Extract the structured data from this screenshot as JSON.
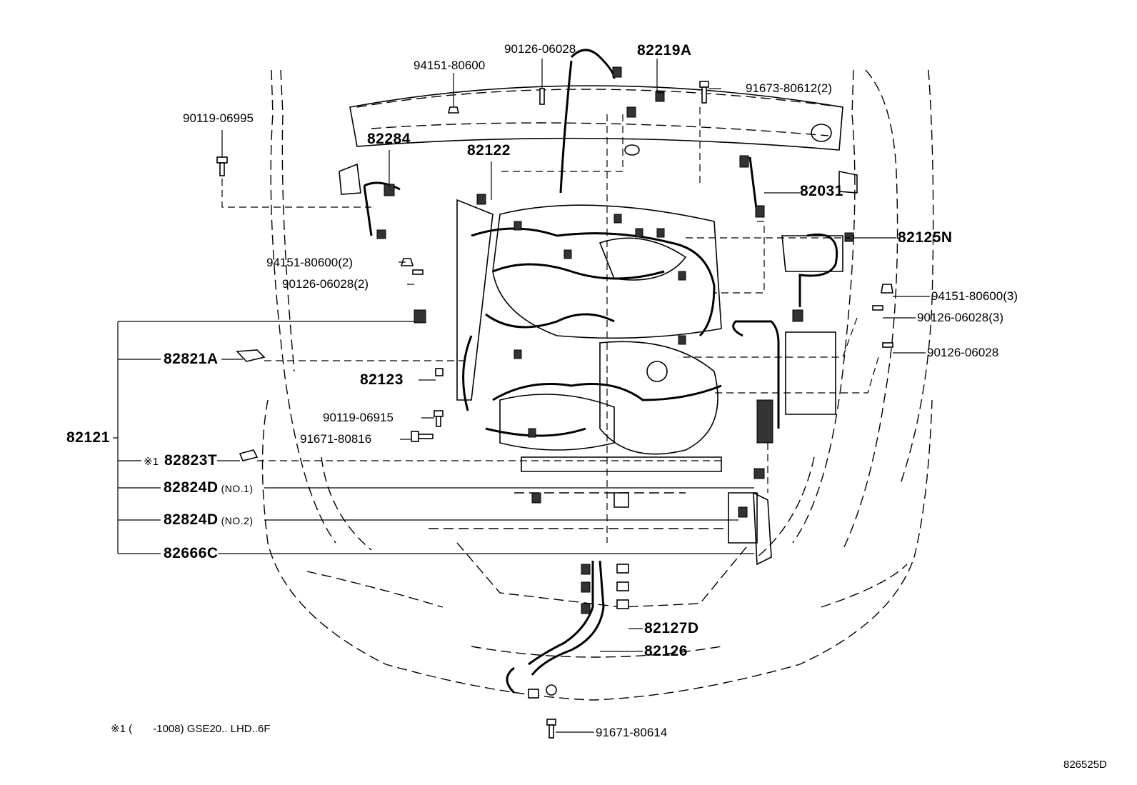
{
  "parts": {
    "p90126_06028_top": "90126-06028",
    "p82219A": "82219A",
    "p94151_80600_top": "94151-80600",
    "p91673_80612": "91673-80612(2)",
    "p90119_06995": "90119-06995",
    "p82284": "82284",
    "p82122": "82122",
    "p82031": "82031",
    "p82125N": "82125N",
    "p94151_80600_2": "94151-80600(2)",
    "p90126_06028_2": "90126-06028(2)",
    "p94151_80600_3": "94151-80600(3)",
    "p90126_06028_3": "90126-06028(3)",
    "p90126_06028_right": "90126-06028",
    "p82821A": "82821A",
    "p82123": "82123",
    "p90119_06915": "90119-06915",
    "p82121": "82121",
    "p91671_80816": "91671-80816",
    "p82823T_mark": "※1",
    "p82823T": "82823T",
    "p82824D_1": "82824D",
    "p82824D_1_note": "(NO.1)",
    "p82824D_2": "82824D",
    "p82824D_2_note": "(NO.2)",
    "p82666C": "82666C",
    "p82127D": "82127D",
    "p82126": "82126",
    "p91671_80614": "91671-80614"
  },
  "footnote": "※1 (       -1008) GSE20.. LHD..6F",
  "figure_code": "826525D"
}
